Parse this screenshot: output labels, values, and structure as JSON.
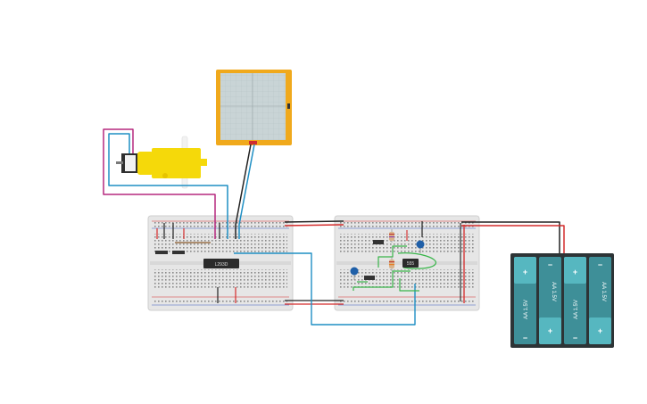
{
  "components": {
    "driver_ic": {
      "label": "L293D"
    },
    "timer_ic": {
      "label": "555"
    },
    "battery_pack": {
      "cells": [
        {
          "label": "AA 1.5V",
          "top_sign": "+",
          "bottom_sign": "−"
        },
        {
          "label": "AA 1.5V",
          "top_sign": "−",
          "bottom_sign": "+"
        },
        {
          "label": "AA 1.5V",
          "top_sign": "+",
          "bottom_sign": "−"
        },
        {
          "label": "AA 1.5V",
          "top_sign": "−",
          "bottom_sign": "+"
        }
      ]
    }
  },
  "colors": {
    "wire_black": "#222222",
    "wire_red": "#d42b2b",
    "wire_blue": "#1f8fc4",
    "wire_magenta": "#b5287f",
    "wire_green": "#39b54a",
    "breadboard": "#e6e6e6",
    "motor_body": "#f5d90a",
    "display_frame": "#f0a91c",
    "battery_cell": "#3e8f98",
    "battery_case": "#2d3436"
  }
}
